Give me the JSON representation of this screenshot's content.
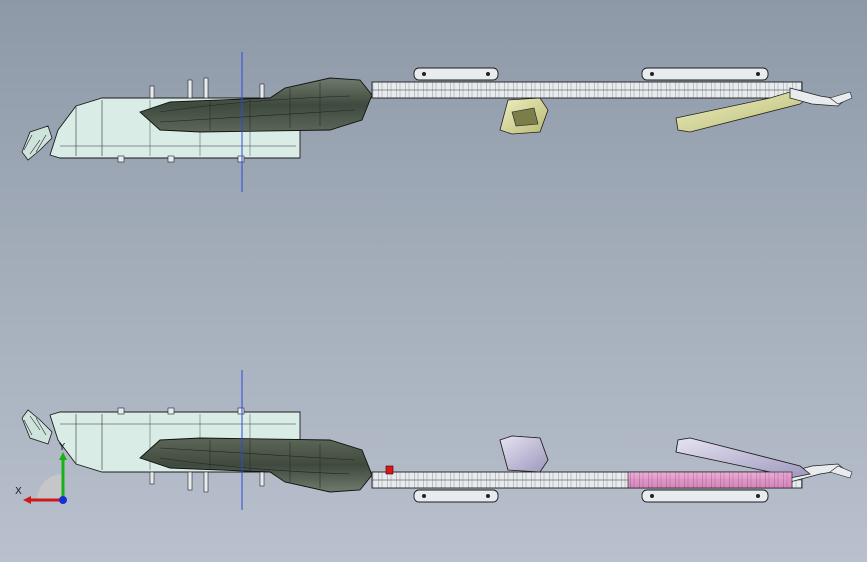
{
  "viewport": {
    "background_top": "#8e99a8",
    "background_bottom": "#b9c0ce"
  },
  "models": [
    {
      "name": "top-assembly-view",
      "orientation": "upright"
    },
    {
      "name": "bottom-assembly-view",
      "orientation": "mirrored"
    }
  ],
  "triad": {
    "x_label": "X",
    "y_label": "Y",
    "x_color": "#d01818",
    "y_color": "#18b018",
    "z_color": "#1830d0"
  },
  "colors": {
    "body_fill": "#d9ece6",
    "dark_shell": "#4a5548",
    "rail_fill": "#e8ecef",
    "bracket_yellow": "#cdd08a",
    "bracket_purple": "#b8b4d0",
    "highlight_pink": "#e58bc6",
    "center_line": "#2b4bd8",
    "red_marker": "#d81818"
  }
}
